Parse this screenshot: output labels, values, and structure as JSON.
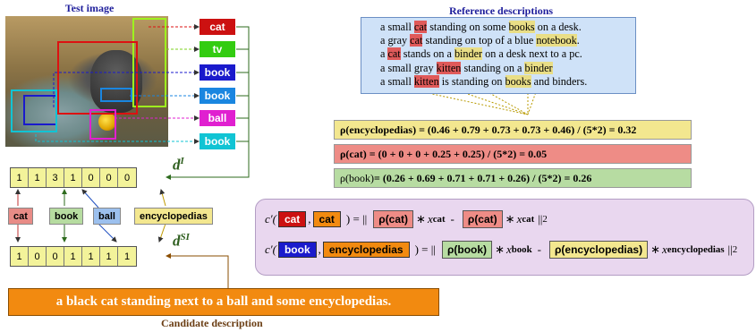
{
  "titles": {
    "test_image": "Test image",
    "reference": "Reference descriptions",
    "candidate_caption": "Candidate description"
  },
  "detections": [
    {
      "label": "cat",
      "bg": "#cc1111"
    },
    {
      "label": "tv",
      "bg": "#33cc11"
    },
    {
      "label": "book",
      "bg": "#1a1acc"
    },
    {
      "label": "book",
      "bg": "#1a86e0"
    },
    {
      "label": "ball",
      "bg": "#e020d0"
    },
    {
      "label": "book",
      "bg": "#11c4d4"
    }
  ],
  "image_vector": {
    "label": "d",
    "sup": "I",
    "values": [
      "1",
      "1",
      "3",
      "1",
      "0",
      "0",
      "0"
    ]
  },
  "candidate_vector": {
    "label": "d",
    "sup": "SI",
    "values": [
      "1",
      "0",
      "0",
      "1",
      "1",
      "1",
      "1"
    ]
  },
  "mid_tags": [
    {
      "label": "cat",
      "bg": "#e88b86"
    },
    {
      "label": "book",
      "bg": "#b6dca0"
    },
    {
      "label": "ball",
      "bg": "#9cc0ee"
    },
    {
      "label": "encyclopedias",
      "bg": "#f3e78f"
    }
  ],
  "references": [
    [
      {
        "t": "a small "
      },
      {
        "t": "cat",
        "h": "r"
      },
      {
        "t": " standing on some "
      },
      {
        "t": "books",
        "h": "y"
      },
      {
        "t": " on a desk."
      }
    ],
    [
      {
        "t": "a gray "
      },
      {
        "t": "cat",
        "h": "r"
      },
      {
        "t": " standing on top of a blue "
      },
      {
        "t": "notebook",
        "h": "y"
      },
      {
        "t": "."
      }
    ],
    [
      {
        "t": "a "
      },
      {
        "t": "cat",
        "h": "r"
      },
      {
        "t": " stands on a "
      },
      {
        "t": "binder",
        "h": "y"
      },
      {
        "t": " on a desk next to a pc."
      }
    ],
    [
      {
        "t": "a small gray "
      },
      {
        "t": "kitten",
        "h": "r"
      },
      {
        "t": " standing on a "
      },
      {
        "t": "binder",
        "h": "y"
      }
    ],
    [
      {
        "t": "a small "
      },
      {
        "t": "kitten",
        "h": "r"
      },
      {
        "t": " is standing on "
      },
      {
        "t": "books",
        "h": "y"
      },
      {
        "t": " and binders."
      }
    ]
  ],
  "equations": {
    "encyclopedias": "ρ(encyclopedias) = (0.46 + 0.79 + 0.73 + 0.73 + 0.46) / (5*2) = 0.32",
    "cat": "ρ(cat) = (0 + 0 + 0 + 0.25 + 0.25) / (5*2) = 0.05",
    "book_prefix": "ρ(book)",
    "book_rest": " = (0.26 + 0.69 + 0.71 + 0.71 + 0.26) / (5*2) = 0.26"
  },
  "cosine": {
    "c_prime": "c′(",
    "comma": ",",
    "eq_open": ") = ||",
    "minus": "-",
    "star": "∗",
    "norm_close": "||",
    "norm_sub": "2",
    "line1": {
      "a": "cat",
      "b": "cat",
      "rho_a": "ρ(cat)",
      "x_a": "x",
      "x_a_sub": "cat",
      "rho_b": "ρ(cat)",
      "x_b": "x",
      "x_b_sub": "cat"
    },
    "line2": {
      "a": "book",
      "b": "encyclopedias",
      "rho_a": "ρ(book)",
      "x_a": "x",
      "x_a_sub": "book",
      "rho_b": "ρ(encyclopedias)",
      "x_b": "x",
      "x_b_sub": "encyclopedias"
    }
  },
  "candidate": "a black cat standing next to a ball and some encyclopedias.",
  "colors": {
    "cat_red": "#cc1111",
    "book_blue": "#1a1acc",
    "encyc_orange": "#f28a10",
    "vector_yellow": "#f3f39a",
    "vector_green": "#c4e6a6",
    "panel": "#e9d7ef"
  }
}
